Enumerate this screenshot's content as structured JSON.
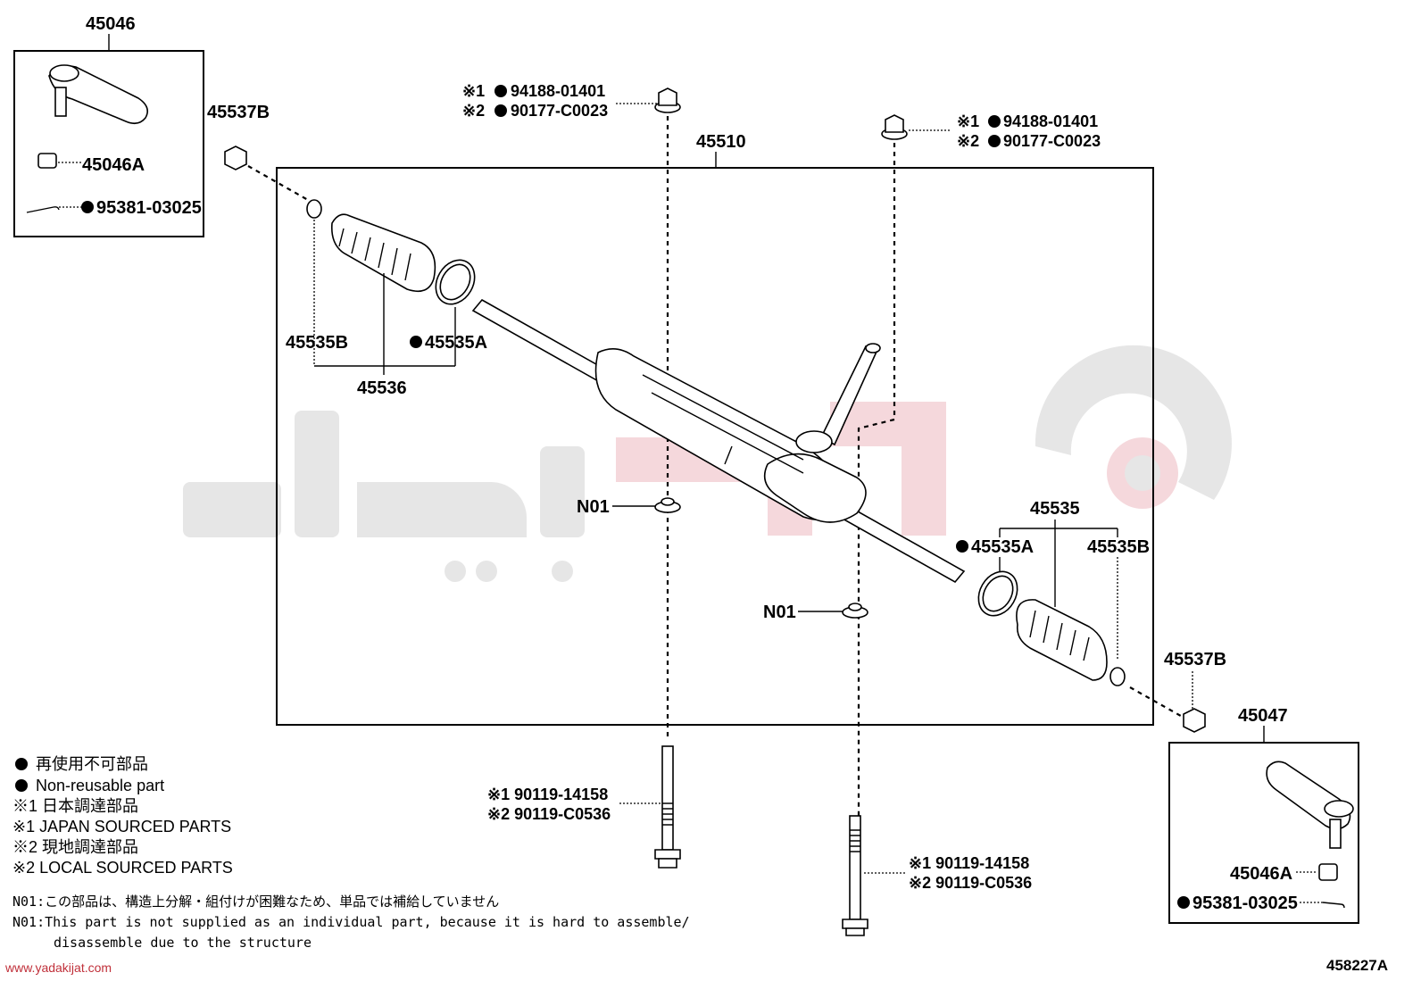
{
  "callouts": {
    "tie_rod_end_left": "45046",
    "tie_rod_end_right": "45047",
    "lock_nut_left": "45537B",
    "lock_nut_right": "45537B",
    "adjuster_left": "45046A",
    "adjuster_right": "45046A",
    "cotter_pin_left": "95381-03025",
    "cotter_pin_right": "95381-03025",
    "rack_assembly": "45510",
    "boot_kit_left": "45536",
    "boot_kit_right": "45535",
    "clamp_left": "45535B",
    "clamp_right": "45535B",
    "band_left": "45535A",
    "band_right": "45535A",
    "n01_left": "N01",
    "n01_right": "N01",
    "nut_top_left_1": "※1",
    "nut_top_left_1_code": "94188-01401",
    "nut_top_left_2": "※2",
    "nut_top_left_2_code": "90177-C0023",
    "nut_top_right_1": "※1",
    "nut_top_right_1_code": "94188-01401",
    "nut_top_right_2": "※2",
    "nut_top_right_2_code": "90177-C0023",
    "bolt_left_1": "※1 90119-14158",
    "bolt_left_2": "※2 90119-C0536",
    "bolt_right_1": "※1 90119-14158",
    "bolt_right_2": "※2 90119-C0536"
  },
  "legend": {
    "nonreusable_jp": "再使用不可部品",
    "nonreusable_en": "Non-reusable part",
    "mark1_jp": "※1 日本調達部品",
    "mark1_en": "※1 JAPAN SOURCED PARTS",
    "mark2_jp": "※2 現地調達部品",
    "mark2_en": "※2 LOCAL SOURCED PARTS"
  },
  "notes": {
    "n01_jp": "N01:この部品は、構造上分解・組付けが困難なため、単品では補給していません",
    "n01_en_line1": "N01:This part is not supplied as an individual part, because it is hard to assemble/",
    "n01_en_line2": "disassemble due to the structure"
  },
  "footer": {
    "website": "www.yadakijat.com",
    "diagram_code": "458227A"
  }
}
